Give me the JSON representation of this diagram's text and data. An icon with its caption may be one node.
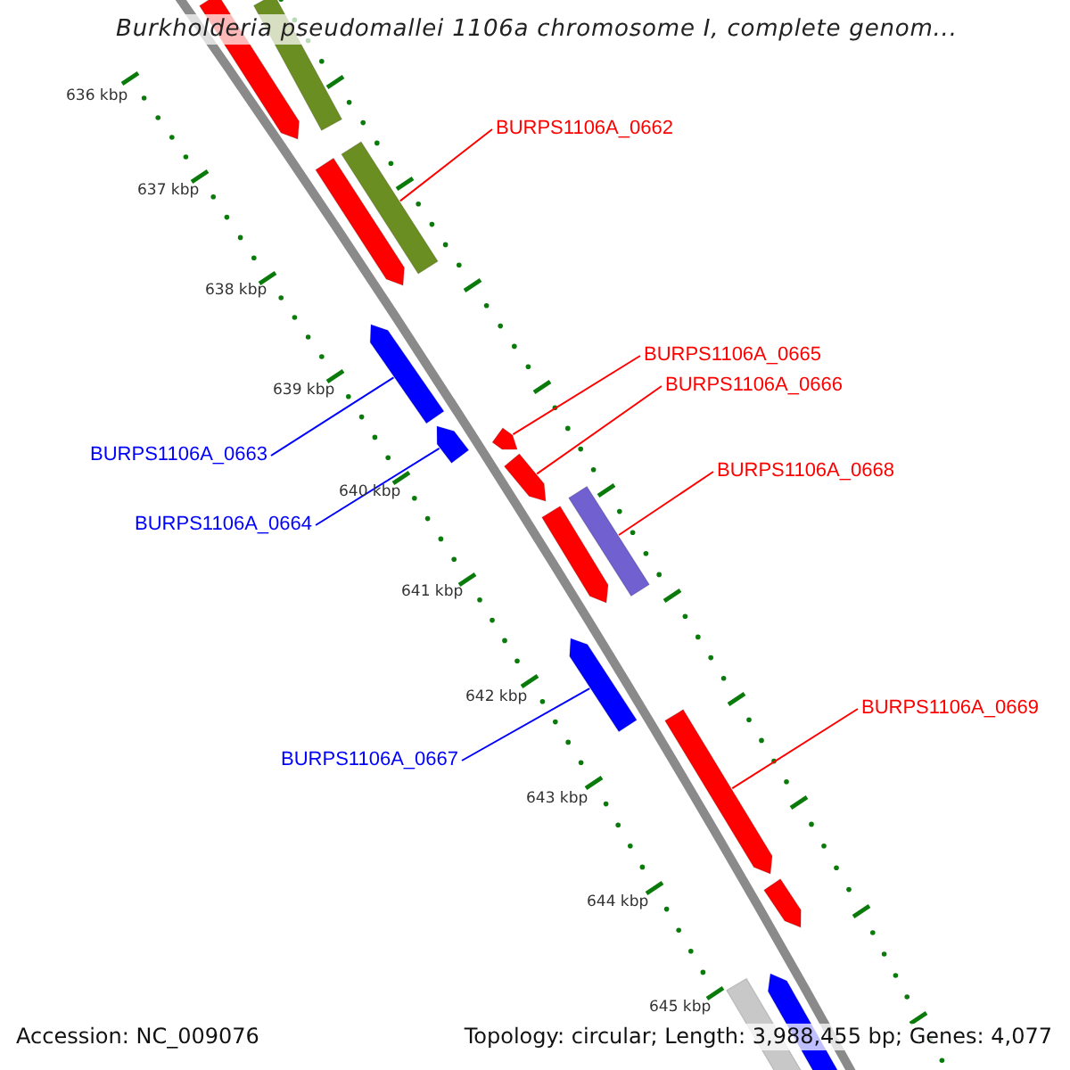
{
  "diagram": {
    "title": "Burkholderia pseudomallei 1106a chromosome I, complete genom...",
    "nodes": [
      {
        "text": [
          "BURPS1106A_0662"
        ]
      },
      {
        "text": [
          "BURPS1106A_0665"
        ]
      },
      {
        "text": [
          "BURPS1106A_0666"
        ]
      },
      {
        "text": [
          "BURPS1106A_0663"
        ]
      },
      {
        "text": [
          "BURPS1106A_0668"
        ]
      },
      {
        "text": [
          "BURPS1106A_0664"
        ]
      },
      {
        "text": [
          "BURPS1106A_0669"
        ]
      },
      {
        "text": [
          "BURPS1106A_0667"
        ]
      },
      {
        "text": [],
        "shape": "bar"
      },
      {
        "text": [],
        "shape": "bar"
      },
      {
        "text": [],
        "shape": "bar"
      },
      {
        "text": [],
        "shape": "bar"
      },
      {
        "text": [],
        "shape": "bar"
      },
      {
        "text": [],
        "shape": "bar"
      },
      {
        "text": [],
        "shape": "bar"
      },
      {
        "text": [],
        "shape": "bar"
      },
      {
        "text": [],
        "shape": "bar"
      },
      {
        "text": [],
        "shape": "bar"
      },
      {
        "text": [],
        "shape": "bar"
      },
      {
        "text": [],
        "shape": "bar"
      },
      {
        "text": [],
        "shape": "bar"
      },
      {
        "text": [],
        "shape": "bar"
      },
      {
        "text": [],
        "shape": "bar"
      }
    ],
    "edges": [
      {
        "from": 0,
        "to": 10,
        "arrow": "none"
      },
      {
        "from": 1,
        "to": 14,
        "arrow": "none"
      },
      {
        "from": 2,
        "to": 15,
        "arrow": "none"
      },
      {
        "from": 3,
        "to": 12,
        "arrow": "none",
        "color": "#0000ff"
      },
      {
        "from": 4,
        "to": 16,
        "arrow": "none"
      },
      {
        "from": 5,
        "to": 13,
        "arrow": "none",
        "color": "#0000ff"
      },
      {
        "from": 6,
        "to": 19,
        "arrow": "none"
      },
      {
        "from": 7,
        "to": 18,
        "arrow": "none",
        "color": "#0000ff"
      }
    ],
    "labels": [
      "636 kbp",
      "637 kbp",
      "638 kbp",
      "639 kbp",
      "640 kbp",
      "641 kbp",
      "642 kbp",
      "643 kbp",
      "644 kbp",
      "645 kbp",
      "Accession: NC_009076",
      "Topology: circular; Length: 3,988,455 bp; Genes: 4,077"
    ]
  }
}
